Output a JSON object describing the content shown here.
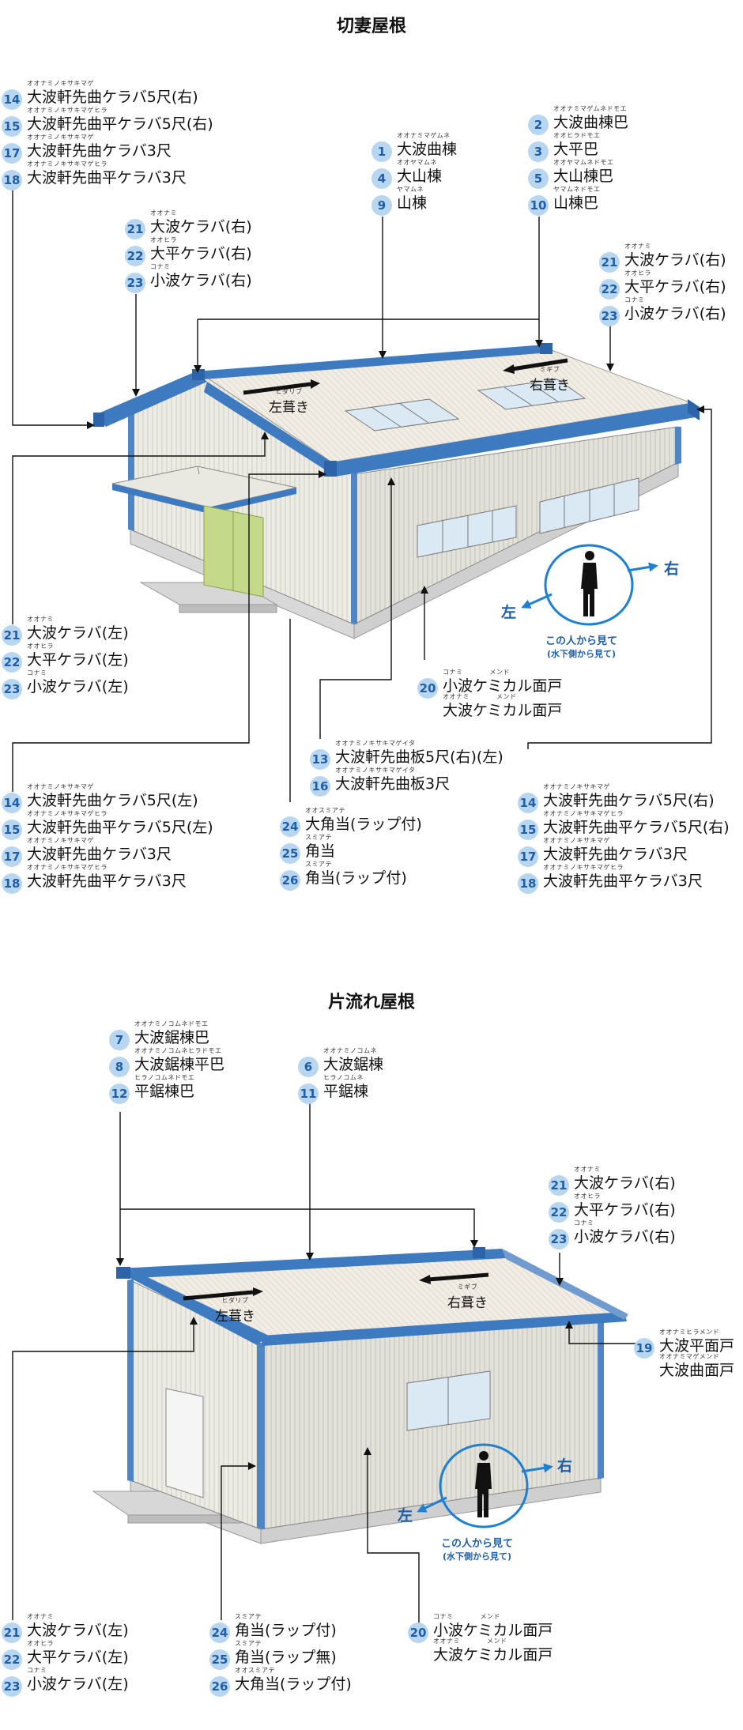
{
  "section1": {
    "title": "切妻屋根",
    "labels": [
      {
        "id": "s1-ul-14",
        "n": "14",
        "ruby": "オオナミノキサキマゲ",
        "t": "大波軒先曲ケラバ5尺(右)"
      },
      {
        "id": "s1-ul-15",
        "n": "15",
        "ruby": "オオナミノキサキマゲヒラ",
        "t": "大波軒先曲平ケラバ5尺(右)"
      },
      {
        "id": "s1-ul-17",
        "n": "17",
        "ruby": "オオナミノキサキマゲ",
        "t": "大波軒先曲ケラバ3尺"
      },
      {
        "id": "s1-ul-18",
        "n": "18",
        "ruby": "オオナミノキサキマゲヒラ",
        "t": "大波軒先曲平ケラバ3尺"
      },
      {
        "id": "s1-c-1",
        "n": "1",
        "ruby": "オオナミマゲムネ",
        "t": "大波曲棟"
      },
      {
        "id": "s1-c-4",
        "n": "4",
        "ruby": "オオヤマムネ",
        "t": "大山棟"
      },
      {
        "id": "s1-c-9",
        "n": "9",
        "ruby": "ヤマムネ",
        "t": "山棟"
      },
      {
        "id": "s1-r-2",
        "n": "2",
        "ruby": "オオナミマゲムネドモエ",
        "t": "大波曲棟巴"
      },
      {
        "id": "s1-r-3",
        "n": "3",
        "ruby": "オオヒラドモエ",
        "t": "大平巴"
      },
      {
        "id": "s1-r-5",
        "n": "5",
        "ruby": "オオヤマムネドモエ",
        "t": "大山棟巴"
      },
      {
        "id": "s1-r-10",
        "n": "10",
        "ruby": "ヤマムネドモエ",
        "t": "山棟巴"
      },
      {
        "id": "s1-m-21",
        "n": "21",
        "ruby": "オオナミ",
        "t": "大波ケラバ(右)"
      },
      {
        "id": "s1-m-22",
        "n": "22",
        "ruby": "オオヒラ",
        "t": "大平ケラバ(右)"
      },
      {
        "id": "s1-m-23",
        "n": "23",
        "ruby": "コナミ",
        "t": "小波ケラバ(右)"
      },
      {
        "id": "s1-rr-21",
        "n": "21",
        "ruby": "オオナミ",
        "t": "大波ケラバ(右)"
      },
      {
        "id": "s1-rr-22",
        "n": "22",
        "ruby": "オオヒラ",
        "t": "大平ケラバ(右)"
      },
      {
        "id": "s1-rr-23",
        "n": "23",
        "ruby": "コナミ",
        "t": "小波ケラバ(右)"
      },
      {
        "id": "s1-l-21",
        "n": "21",
        "ruby": "オオナミ",
        "t": "大波ケラバ(左)"
      },
      {
        "id": "s1-l-22",
        "n": "22",
        "ruby": "オオヒラ",
        "t": "大平ケラバ(左)"
      },
      {
        "id": "s1-l-23",
        "n": "23",
        "ruby": "コナミ",
        "t": "小波ケラバ(左)"
      },
      {
        "id": "s1-f-20a",
        "n": "20",
        "ruby": "コナミ　　　　メンド",
        "t": "小波ケミカル面戸"
      },
      {
        "id": "s1-f-20b",
        "n": "",
        "ruby": "オオナミ　　　　メンド",
        "t": "大波ケミカル面戸"
      },
      {
        "id": "s1-cb-13",
        "n": "13",
        "ruby": "オオナミノキサキマゲイタ",
        "t": "大波軒先曲板5尺(右)(左)"
      },
      {
        "id": "s1-cb-16",
        "n": "16",
        "ruby": "オオナミノキサキマゲイタ",
        "t": "大波軒先曲板3尺"
      },
      {
        "id": "s1-ll-14",
        "n": "14",
        "ruby": "オオナミノキサキマゲ",
        "t": "大波軒先曲ケラバ5尺(左)"
      },
      {
        "id": "s1-ll-15",
        "n": "15",
        "ruby": "オオナミノキサキマゲヒラ",
        "t": "大波軒先曲平ケラバ5尺(左)"
      },
      {
        "id": "s1-ll-17",
        "n": "17",
        "ruby": "オオナミノキサキマゲ",
        "t": "大波軒先曲ケラバ3尺"
      },
      {
        "id": "s1-ll-18",
        "n": "18",
        "ruby": "オオナミノキサキマゲヒラ",
        "t": "大波軒先曲平ケラバ3尺"
      },
      {
        "id": "s1-cm-24",
        "n": "24",
        "ruby": "オオスミアテ",
        "t": "大角当(ラップ付)"
      },
      {
        "id": "s1-cm-25",
        "n": "25",
        "ruby": "スミアテ",
        "t": "角当"
      },
      {
        "id": "s1-cm-26",
        "n": "26",
        "ruby": "スミアテ",
        "t": "角当(ラップ付)"
      },
      {
        "id": "s1-lr-14",
        "n": "14",
        "ruby": "オオナミノキサキマゲ",
        "t": "大波軒先曲ケラバ5尺(右)"
      },
      {
        "id": "s1-lr-15",
        "n": "15",
        "ruby": "オオナミノキサキマゲヒラ",
        "t": "大波軒先曲平ケラバ5尺(右)"
      },
      {
        "id": "s1-lr-17",
        "n": "17",
        "ruby": "オオナミノキサキマゲ",
        "t": "大波軒先曲ケラバ3尺"
      },
      {
        "id": "s1-lr-18",
        "n": "18",
        "ruby": "オオナミノキサキマゲヒラ",
        "t": "大波軒先曲平ケラバ3尺"
      }
    ],
    "roof_left": {
      "ruby": "ヒダリブ",
      "t": "左葺き"
    },
    "roof_right": {
      "ruby": "ミギブ",
      "t": "右葺き"
    },
    "dir_left": "左",
    "dir_right": "右",
    "note": "この人から見て",
    "note_sub": "(水下側から見て)"
  },
  "section2": {
    "title": "片流れ屋根",
    "labels": [
      {
        "id": "s2-ul-7",
        "n": "7",
        "ruby": "オオナミノコムネドモエ",
        "t": "大波鋸棟巴"
      },
      {
        "id": "s2-ul-8",
        "n": "8",
        "ruby": "オオナミノコムネヒラドモエ",
        "t": "大波鋸棟平巴"
      },
      {
        "id": "s2-ul-12",
        "n": "12",
        "ruby": "ヒラノコムネドモエ",
        "t": "平鋸棟巴"
      },
      {
        "id": "s2-c-6",
        "n": "6",
        "ruby": "オオナミノコムネ",
        "t": "大波鋸棟"
      },
      {
        "id": "s2-c-11",
        "n": "11",
        "ruby": "ヒラノコムネ",
        "t": "平鋸棟"
      },
      {
        "id": "s2-r-21",
        "n": "21",
        "ruby": "オオナミ",
        "t": "大波ケラバ(右)"
      },
      {
        "id": "s2-r-22",
        "n": "22",
        "ruby": "オオヒラ",
        "t": "大平ケラバ(右)"
      },
      {
        "id": "s2-r-23",
        "n": "23",
        "ruby": "コナミ",
        "t": "小波ケラバ(右)"
      },
      {
        "id": "s2-m-19a",
        "n": "19",
        "ruby": "オオナミヒラメンド",
        "t": "大波平面戸"
      },
      {
        "id": "s2-m-19b",
        "n": "",
        "ruby": "オオナミマゲメンド",
        "t": "大波曲面戸"
      },
      {
        "id": "s2-l-21",
        "n": "21",
        "ruby": "オオナミ",
        "t": "大波ケラバ(左)"
      },
      {
        "id": "s2-l-22",
        "n": "22",
        "ruby": "オオヒラ",
        "t": "大平ケラバ(左)"
      },
      {
        "id": "s2-l-23",
        "n": "23",
        "ruby": "コナミ",
        "t": "小波ケラバ(左)"
      },
      {
        "id": "s2-cm-24",
        "n": "24",
        "ruby": "スミアテ",
        "t": "角当(ラップ付)"
      },
      {
        "id": "s2-cm-25",
        "n": "25",
        "ruby": "スミアテ",
        "t": "角当(ラップ無)"
      },
      {
        "id": "s2-cm-26",
        "n": "26",
        "ruby": "オオスミアテ",
        "t": "大角当(ラップ付)"
      },
      {
        "id": "s2-f-20a",
        "n": "20",
        "ruby": "コナミ　　　　メンド",
        "t": "小波ケミカル面戸"
      },
      {
        "id": "s2-f-20b",
        "n": "",
        "ruby": "オオナミ　　　　メンド",
        "t": "大波ケミカル面戸"
      }
    ],
    "roof_left": {
      "ruby": "ヒダリブ",
      "t": "左葺き"
    },
    "roof_right": {
      "ruby": "ミギブ",
      "t": "右葺き"
    },
    "dir_left": "左",
    "dir_right": "右",
    "note": "この人から見て",
    "note_sub": "(水下側から見て)"
  }
}
